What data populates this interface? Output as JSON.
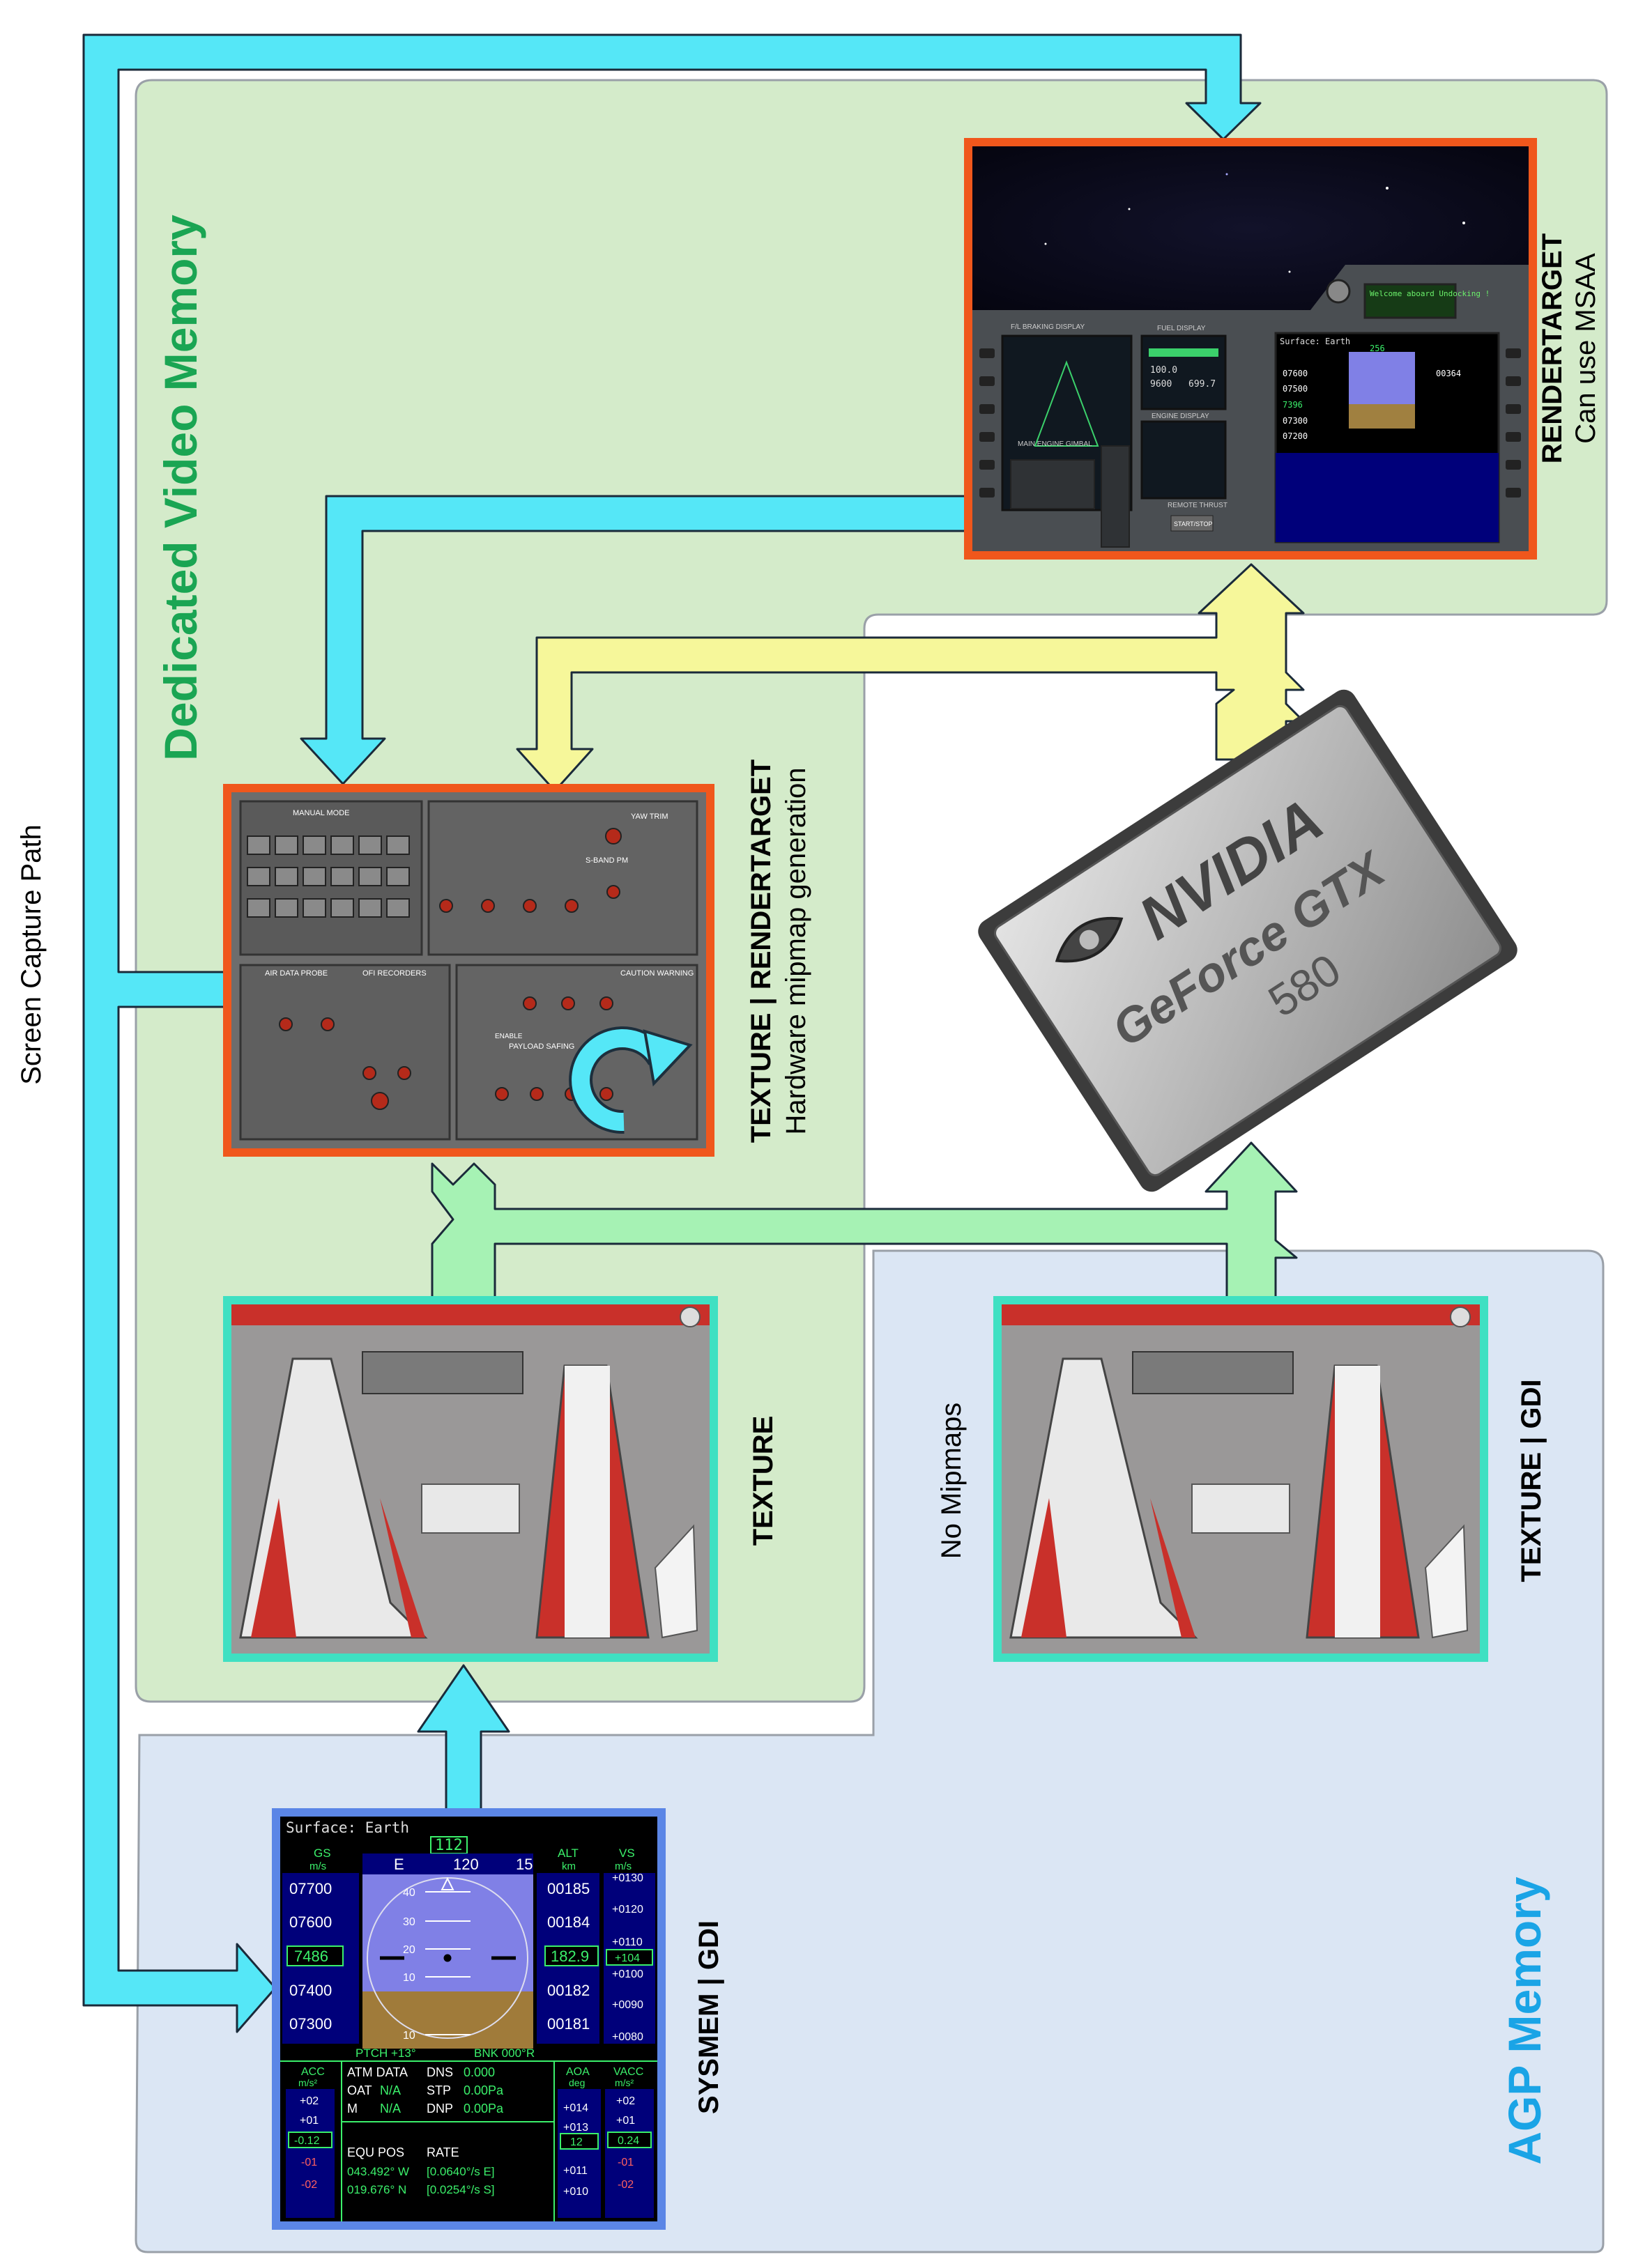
{
  "regions": {
    "dedicated": {
      "label": "Dedicated Video Memory",
      "color": "#1aa553"
    },
    "agp": {
      "label": "AGP Memory",
      "color": "#1aa4e6"
    }
  },
  "screen_capture": {
    "label": "Screen Capture Path"
  },
  "nodes": {
    "rendertarget": {
      "title": "RENDERTARGET",
      "subtitle": "Can use MSAA"
    },
    "texture_rendertarget": {
      "title": "TEXTURE | RENDERTARGET",
      "subtitle": "Hardware mipmap generation"
    },
    "texture": {
      "title": "TEXTURE"
    },
    "texture_gdi": {
      "title": "TEXTURE | GDI",
      "note": "No Mipmaps"
    },
    "sysmem_gdi": {
      "title": "SYSMEM | GDI"
    }
  },
  "gpu": {
    "brand": "NVIDIA",
    "line": "GeForce GTX",
    "model": "580"
  },
  "mfd": {
    "header": "Surface: Earth",
    "heading_box": "112",
    "heading_ticks": [
      "E",
      "120",
      "15"
    ],
    "gs_label": "GS",
    "gs_unit": "m/s",
    "gs_values": [
      "07700",
      "07600",
      "7486",
      "07400",
      "07300"
    ],
    "alt_label": "ALT",
    "alt_unit": "km",
    "alt_values": [
      "00185",
      "00184",
      "182.9",
      "00182",
      "00181"
    ],
    "vs_label": "VS",
    "vs_unit": "m/s",
    "vs_values": [
      "+0130",
      "+0120",
      "+0110",
      "+104",
      "+0100",
      "+0090",
      "+0080"
    ],
    "pitch_labels": [
      "40",
      "30",
      "20",
      "10",
      "10"
    ],
    "pitch": "PTCH +13°",
    "bank": "BNK 000°R",
    "acc_label": "ACC",
    "acc_unit": "m/s²",
    "acc_values": [
      "+02",
      "+01",
      "-0.12",
      "-01",
      "-02"
    ],
    "atm_title": "ATM DATA",
    "dns_label": "DNS",
    "dns_value": "0.000",
    "oat_label": "OAT",
    "oat_value": "N/A",
    "stp_label": "STP",
    "stp_value": "0.00Pa",
    "m_label": "M",
    "m_value": "N/A",
    "dnp_label": "DNP",
    "dnp_value": "0.00Pa",
    "equ_title": "EQU POS",
    "rate_title": "RATE",
    "lon": "043.492° W",
    "lat": "019.676° N",
    "rate_lon": "[0.0640°/s E]",
    "rate_lat": "[0.0254°/s S]",
    "aoa_label": "AOA",
    "aoa_unit": "deg",
    "aoa_values": [
      "+014",
      "+013",
      "12",
      "+011",
      "+010"
    ],
    "vacc_label": "VACC",
    "vacc_unit": "m/s²",
    "vacc_values": [
      "+02",
      "+01",
      "0.24",
      "-01",
      "-02"
    ]
  },
  "cockpit": {
    "label1": "F/L BRAKING DISPLAY",
    "label2": "FUEL DISPLAY",
    "label3": "ENGINE DISPLAY",
    "label4": "MAIN ENGINE GIMBAL",
    "label5": "REMOTE THRUST",
    "label6": "START/STOP",
    "msg": "Welcome aboard Undocking !",
    "surface": "Surface: Earth",
    "hdg": "256",
    "alt_a": "00364",
    "gs_a": "07600",
    "gs_b": "07500",
    "gs_c": "7396",
    "gs_d": "07300",
    "gs_e": "07200",
    "fuel_a": "100.0",
    "fuel_b": "9600",
    "fuel_c": "699.7"
  },
  "panel": {
    "label1": "MANUAL MODE",
    "label2": "AIR DATA PROBE",
    "label3": "OFI RECORDERS",
    "label4": "CAUTION WARNING",
    "label5": "PAYLOAD SAFING",
    "label6": "S-BAND PM",
    "label7": "YAW TRIM",
    "label8": "ENABLE"
  },
  "colors": {
    "capture": "#55e7f7",
    "gpu_in": "#a6f2b4",
    "gpu_out": "#f6f79a",
    "orange": "#f0571c",
    "teal": "#3fe0c2",
    "blue": "#5b86e6"
  }
}
